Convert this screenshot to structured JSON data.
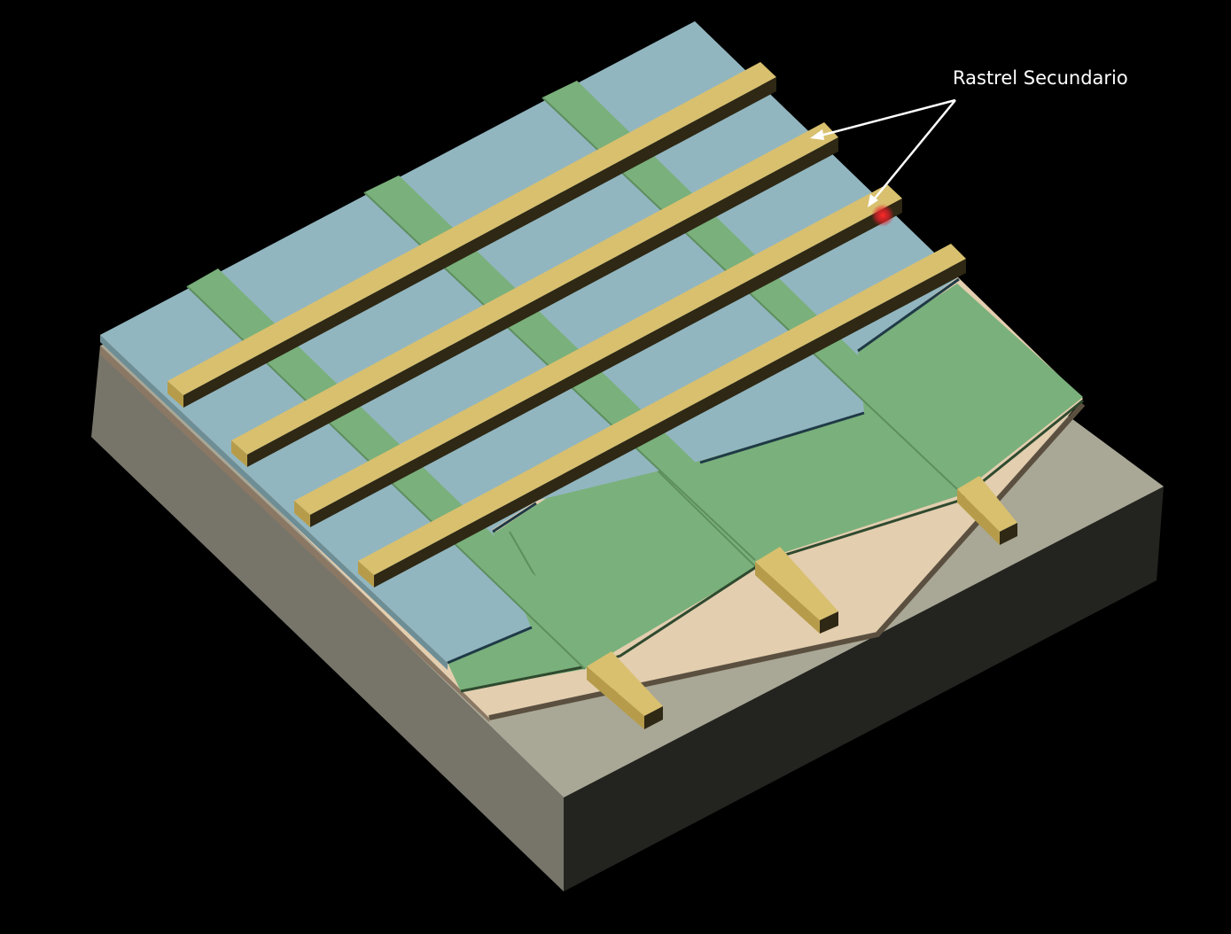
{
  "diagram": {
    "annotation": {
      "label": "Rastrel Secundario",
      "targets": [
        "secondary-batten-2",
        "secondary-batten-3"
      ]
    },
    "colors": {
      "background": "#000000",
      "block_top": "#a9a796",
      "block_left_face": "#77756a",
      "block_right_face": "#23241f",
      "board_layer": "#e3ceaf",
      "board_layer_edge": "#5b5040",
      "membrane_blue": "#92b6c0",
      "membrane_green": "#7ab07b",
      "counter_batten": "#7ab07b",
      "batten_top": "#d8c06f",
      "batten_side": "#b69c4a",
      "batten_end": "#2e2814",
      "arrow": "#ffffff",
      "highlight_dot": "#e8202a"
    }
  }
}
